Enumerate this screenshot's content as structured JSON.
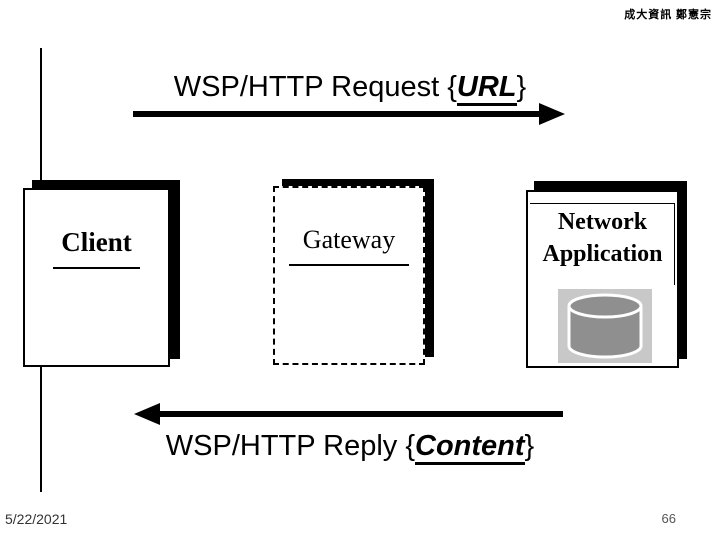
{
  "slide": {
    "credit": "成大資訊 鄭憲宗",
    "footer": {
      "date": "5/22/2021",
      "page_number": "66"
    }
  },
  "request_arrow": {
    "direction": "right",
    "text_prefix": "WSP/HTTP Request {",
    "text_emphasis": "URL",
    "text_suffix": "}"
  },
  "reply_arrow": {
    "direction": "left",
    "text_prefix": "WSP/HTTP Reply {",
    "text_emphasis": "Content",
    "text_suffix": "}"
  },
  "nodes": {
    "client": {
      "label": "Client",
      "border_style": "solid"
    },
    "gateway": {
      "label": "Gateway",
      "border_style": "dashed"
    },
    "network_application": {
      "label_line1": "Network",
      "label_line2": "Application",
      "icon": "database-cylinder-icon"
    }
  },
  "colors": {
    "background": "#ffffff",
    "ink": "#000000",
    "db_icon_background": "#c8c8c8",
    "db_icon_fill": "#8f8f8f",
    "db_icon_stroke": "#ffffff"
  }
}
